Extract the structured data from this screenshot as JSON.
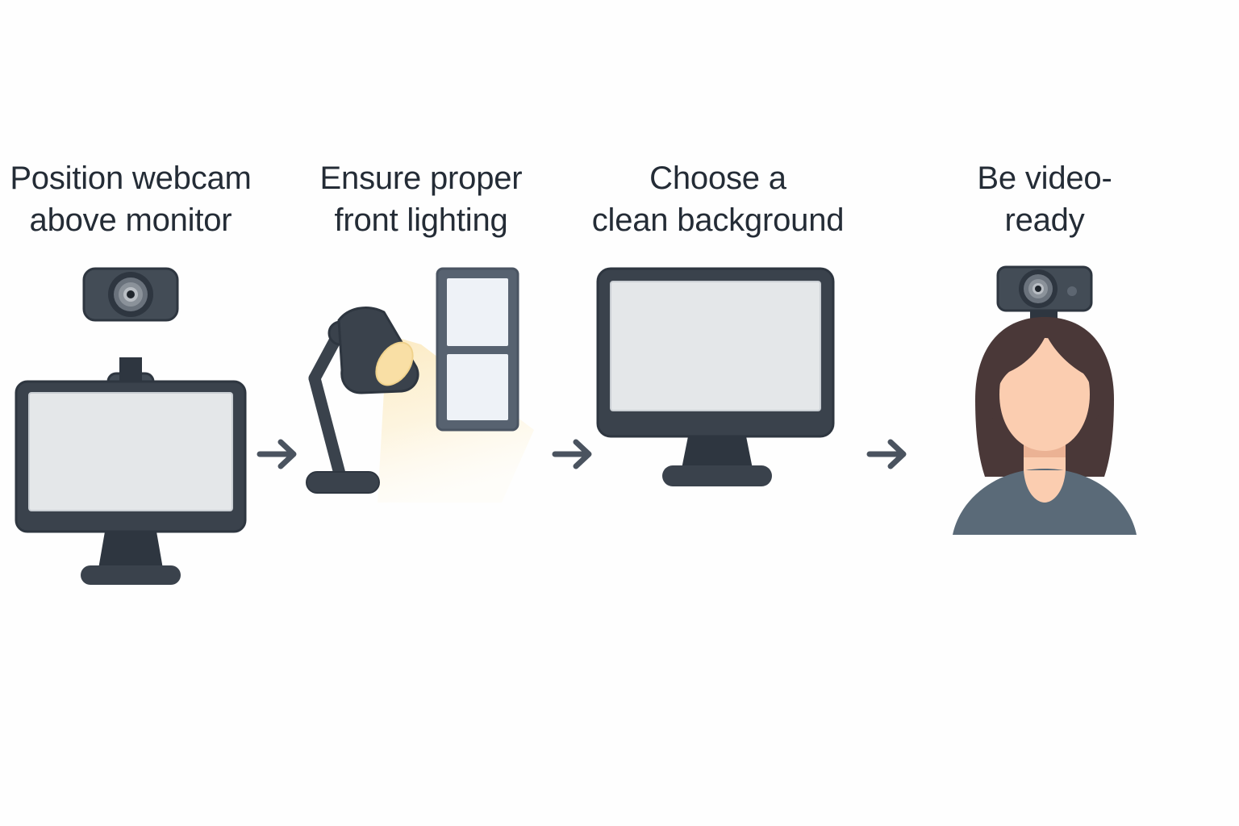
{
  "diagram": {
    "type": "horizontal-process-flow",
    "background_color": "#fefefe",
    "text_color": "#242c36",
    "accent_dark": "#2e3640",
    "accent_slate": "#434c56",
    "screen_color": "#e4e7e9",
    "light_warm": "#f9dfa5",
    "beam_color": "#fdf4dc",
    "skin_color": "#fbcdb0",
    "hair_color": "#4a3838",
    "shirt_color": "#5a6a78",
    "arrow_color": "#4a535f",
    "steps": [
      {
        "id": "position-webcam",
        "label": "Position webcam\nabove monitor",
        "icon": "webcam-on-monitor-icon"
      },
      {
        "id": "front-lighting",
        "label": "Ensure proper\nfront lighting",
        "icon": "desk-lamp-and-window-icon"
      },
      {
        "id": "clean-background",
        "label": "Choose a\nclean background",
        "icon": "blank-monitor-icon"
      },
      {
        "id": "video-ready",
        "label": "Be video-\nready",
        "icon": "person-with-webcam-icon"
      }
    ],
    "connectors": [
      {
        "id": "arrow-1",
        "icon": "arrow-right-icon"
      },
      {
        "id": "arrow-2",
        "icon": "arrow-right-icon"
      },
      {
        "id": "arrow-3",
        "icon": "arrow-right-icon"
      }
    ]
  }
}
